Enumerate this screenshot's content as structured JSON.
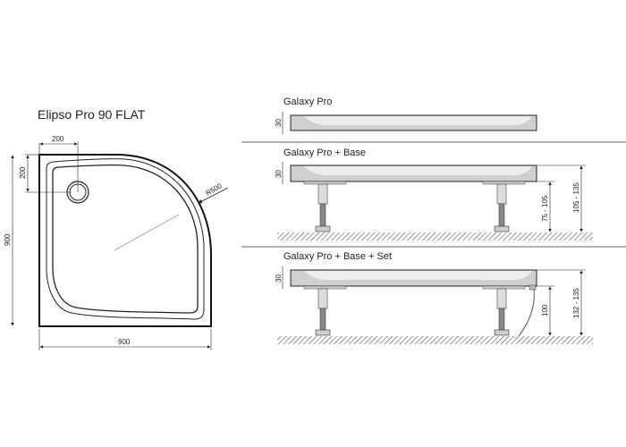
{
  "plan": {
    "title": "Elipso Pro 90 FLAT",
    "dim_drain_x": "200",
    "dim_drain_y": "200",
    "dim_height": "900",
    "dim_width": "900",
    "dim_radius": "R500"
  },
  "sections": [
    {
      "label": "Galaxy Pro",
      "tray_height": "30"
    },
    {
      "label": "Galaxy Pro + Base",
      "tray_height": "30",
      "leg_range": "75 - 105",
      "total_range": "105 - 135"
    },
    {
      "label": "Galaxy Pro + Base + Set",
      "tray_height": "30",
      "leg_range": "100",
      "total_range": "132 - 135"
    }
  ],
  "colors": {
    "line": "#222222",
    "tray_fill": "#d0d0d0",
    "tray_inner": "#eeeeee",
    "separator": "#888888"
  }
}
